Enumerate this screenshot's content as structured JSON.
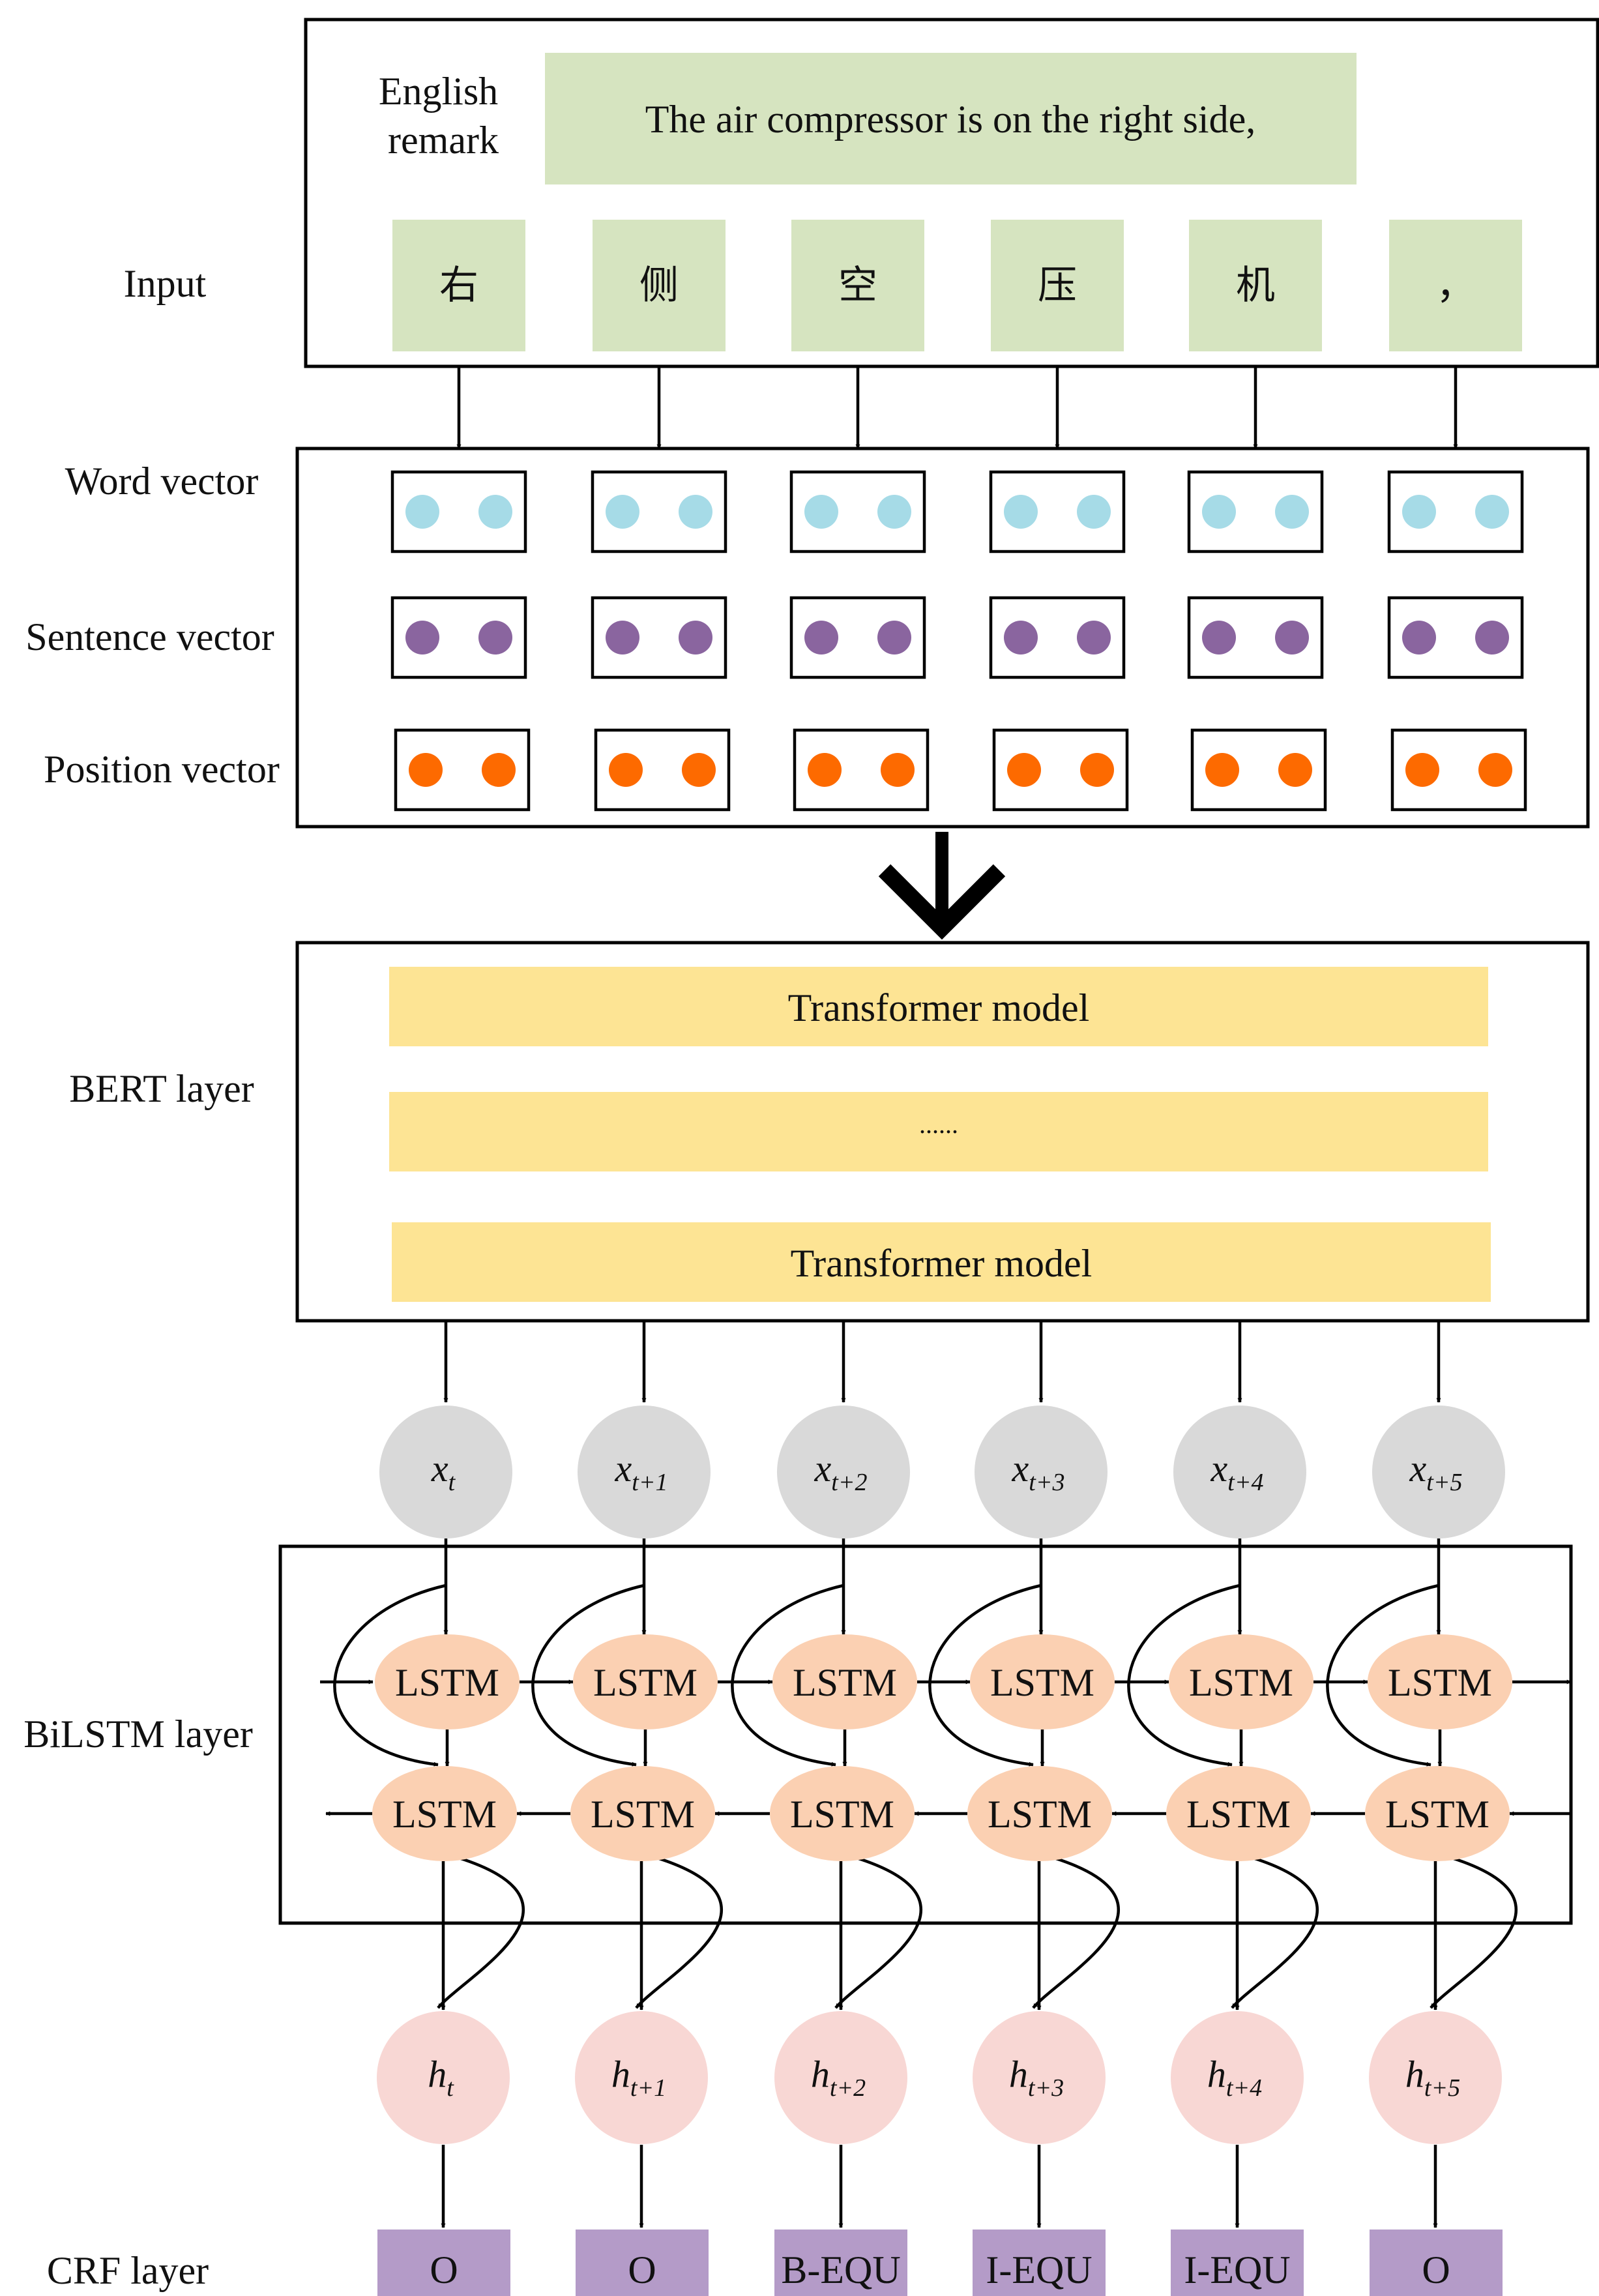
{
  "colors": {
    "input_box": "#d6e4c0",
    "word_dot": "#a6dbe7",
    "sentence_dot": "#8a659f",
    "position_dot": "#fd6a00",
    "transformer": "#fde494",
    "x_node": "#d9d9d9",
    "lstm": "#fbd0b2",
    "h_node": "#f8d7d4",
    "crf_box": "#b49bc8"
  },
  "row_labels": {
    "english_remark": "English remark",
    "english_line1": "English",
    "english_line2": "remark",
    "input": "Input",
    "word_vector": "Word vector",
    "sentence_vector": "Sentence vector",
    "position_vector": "Position vector",
    "bert": "BERT layer",
    "bilstm": "BiLSTM layer",
    "crf": "CRF layer"
  },
  "english_sentence": "The air compressor is on the right side,",
  "input_tokens": [
    "右",
    "侧",
    "空",
    "压",
    "机",
    "，"
  ],
  "bert": {
    "top": "Transformer model",
    "middle": "......",
    "bottom": "Transformer model"
  },
  "x_nodes": [
    {
      "base": "x",
      "sub": "t"
    },
    {
      "base": "x",
      "sub": "t+1"
    },
    {
      "base": "x",
      "sub": "t+2"
    },
    {
      "base": "x",
      "sub": "t+3"
    },
    {
      "base": "x",
      "sub": "t+4"
    },
    {
      "base": "x",
      "sub": "t+5"
    }
  ],
  "lstm_label": "LSTM",
  "h_nodes": [
    {
      "base": "h",
      "sub": "t"
    },
    {
      "base": "h",
      "sub": "t+1"
    },
    {
      "base": "h",
      "sub": "t+2"
    },
    {
      "base": "h",
      "sub": "t+3"
    },
    {
      "base": "h",
      "sub": "t+4"
    },
    {
      "base": "h",
      "sub": "t+5"
    }
  ],
  "crf_tags": [
    "O",
    "O",
    "B-EQU",
    "I-EQU",
    "I-EQU",
    "O"
  ]
}
